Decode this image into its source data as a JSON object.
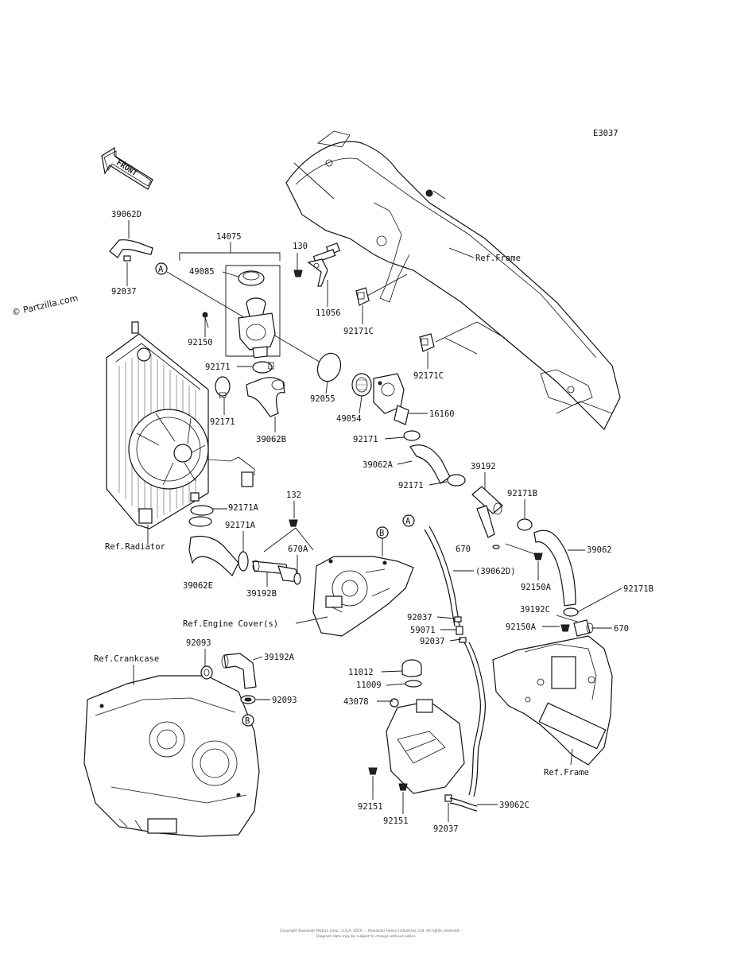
{
  "diagram_code": "E3037",
  "watermark": "© Partzilla.com",
  "front_arrow": "FRONT",
  "refs": {
    "frame_top": "Ref.Frame",
    "radiator": "Ref.Radiator",
    "engine_cover": "Ref.Engine Cover(s)",
    "crankcase": "Ref.Crankcase",
    "frame_bottom": "Ref.Frame"
  },
  "callouts": {
    "a_top": "A",
    "a_mid": "A",
    "b_top": "B",
    "b_bottom": "B"
  },
  "parts": {
    "p39062D": "39062D",
    "p92037_top": "92037",
    "p14075": "14075",
    "p49085": "49085",
    "p130": "130",
    "p11056": "11056",
    "p92171C_a": "92171C",
    "p92171C_b": "92171C",
    "p92150": "92150",
    "p92171_a": "92171",
    "p92171_b": "92171",
    "p92055": "92055",
    "p49054": "49054",
    "p16160": "16160",
    "p39062B": "39062B",
    "p92171_c": "92171",
    "p39062A": "39062A",
    "p39192": "39192",
    "p92171_d": "92171",
    "p92171B_a": "92171B",
    "p92171A_a": "92171A",
    "p132": "132",
    "p92171A_b": "92171A",
    "p670A": "670A",
    "p670": "670",
    "p39062D_paren": "(39062D)",
    "p39062": "39062",
    "p92150A_a": "92150A",
    "p92171B_b": "92171B",
    "p39062E": "39062E",
    "p39192B": "39192B",
    "p92037_mid": "92037",
    "p59071": "59071",
    "p92037_mid2": "92037",
    "p39192C": "39192C",
    "p92150A_b": "92150A",
    "p670_b": "670",
    "p92093_a": "92093",
    "p39192A": "39192A",
    "p92093_b": "92093",
    "p11012": "11012",
    "p11009": "11009",
    "p43078": "43078",
    "p92151_a": "92151",
    "p92151_b": "92151",
    "p92037_bot": "92037",
    "p39062C": "39062C"
  },
  "footer": {
    "line1": "Copyright Kawasaki Motors Corp., U.S.A. 2016 ...  Kawasaki Heavy Industries, Ltd. All rights reserved.",
    "line2": "Diagram data may be subject to change without notice."
  }
}
